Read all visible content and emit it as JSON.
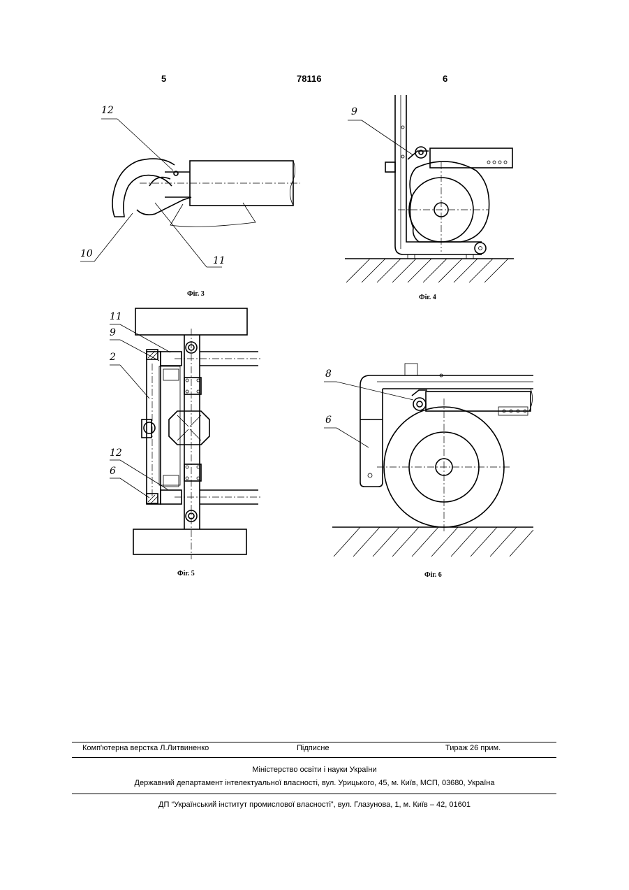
{
  "header": {
    "page_left": "5",
    "patent_number": "78116",
    "page_right": "6"
  },
  "figures": {
    "fig3": {
      "caption": "Фіг. 3",
      "labels": [
        "12",
        "10",
        "11"
      ]
    },
    "fig4": {
      "caption": "Фіг. 4",
      "labels": [
        "9"
      ]
    },
    "fig5": {
      "caption": "Фіг. 5",
      "labels": [
        "11",
        "9",
        "2",
        "12",
        "6"
      ]
    },
    "fig6": {
      "caption": "Фіг. 6",
      "labels": [
        "8",
        "6"
      ]
    }
  },
  "footer": {
    "layout": "Комп'ютерна верстка Л.Литвиненко",
    "signed": "Підписне",
    "circulation": "Тираж 26 прим.",
    "ministry": "Міністерство освіти і науки України",
    "department": "Державний департамент інтелектуальної власності, вул. Урицького, 45, м. Київ, МСП, 03680, Україна",
    "institute": "ДП “Український інститут промислової власності”, вул. Глазунова, 1, м. Київ – 42, 01601"
  }
}
